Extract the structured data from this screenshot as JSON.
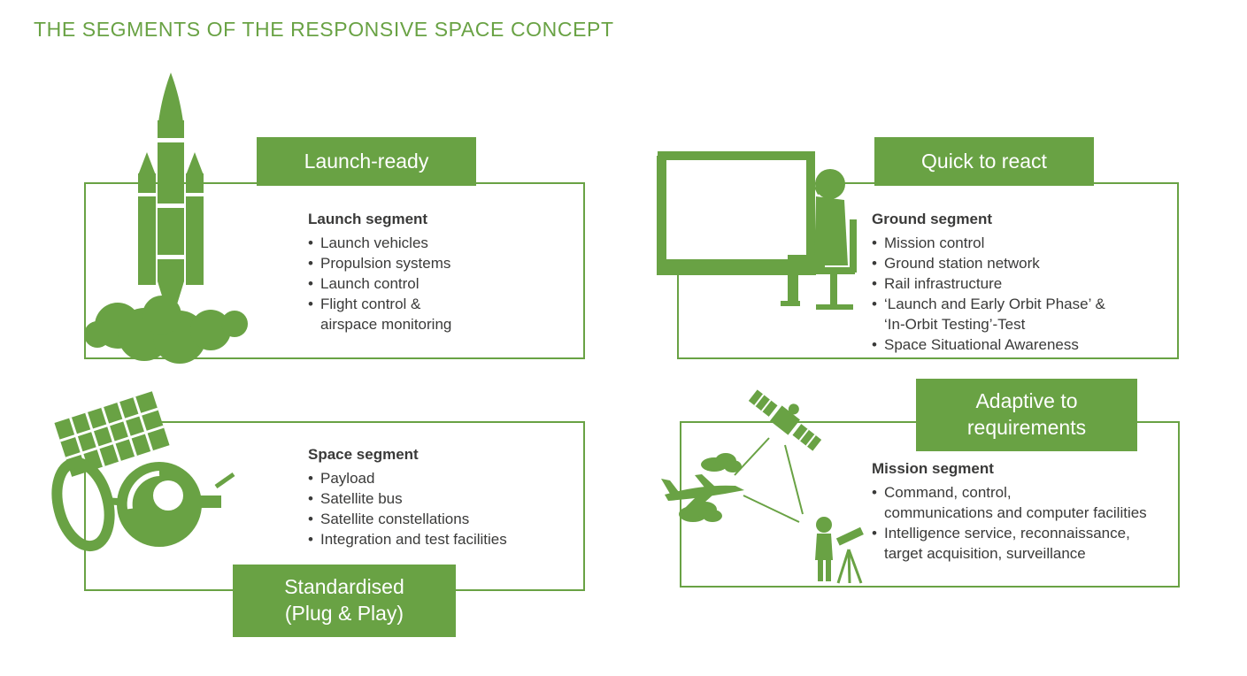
{
  "page": {
    "title": "THE SEGMENTS OF THE RESPONSIVE SPACE CONCEPT"
  },
  "colors": {
    "green": "#69a244",
    "ink": "#3a3a39"
  },
  "quadrants": {
    "launch": {
      "badge": "Launch-ready",
      "heading": "Launch segment",
      "icon": "rocket-icon",
      "items": [
        "Launch vehicles",
        "Propulsion systems",
        "Launch control",
        "Flight control &\nairspace monitoring"
      ]
    },
    "ground": {
      "badge": "Quick to react",
      "heading": "Ground segment",
      "icon": "mission-control-operator-icon",
      "items": [
        "Mission control",
        "Ground station network",
        "Rail infrastructure",
        "‘Launch and Early Orbit Phase’ &\n‘In-Orbit Testing’-Test",
        "Space Situational Awareness"
      ]
    },
    "space": {
      "badge": "Standardised\n(Plug & Play)",
      "heading": "Space segment",
      "icon": "satellite-icon",
      "items": [
        "Payload",
        "Satellite bus",
        "Satellite constellations",
        "Integration and test facilities"
      ]
    },
    "mission": {
      "badge": "Adaptive to\nrequirements",
      "heading": "Mission segment",
      "icon": "mission-scene-icon",
      "items": [
        "Command, control,\ncommunications and computer facilities",
        "Intelligence service, reconnaissance,\ntarget acquisition, surveillance"
      ]
    }
  }
}
